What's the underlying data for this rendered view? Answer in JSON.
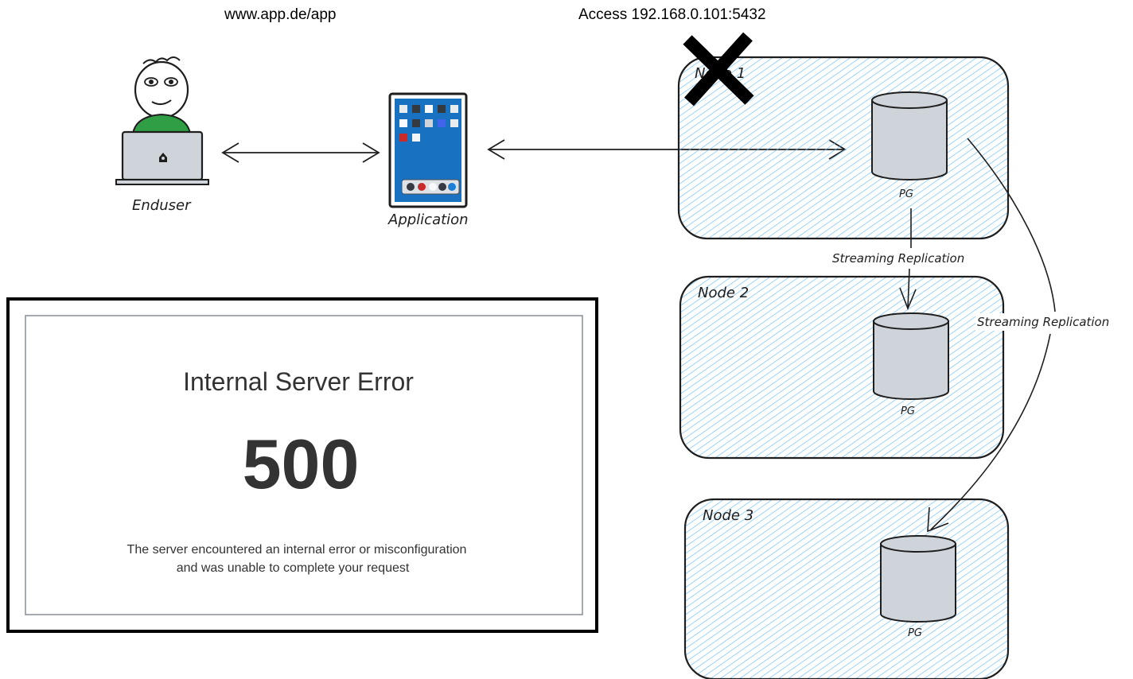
{
  "top_labels": {
    "url": "www.app.de/app",
    "db_access": "Access 192.168.0.101:5432"
  },
  "actors": {
    "enduser": "Enduser",
    "application": "Application"
  },
  "nodes": [
    {
      "label": "Node 1",
      "db_label": "PG",
      "status": "failed"
    },
    {
      "label": "Node 2",
      "db_label": "PG",
      "status": "replica"
    },
    {
      "label": "Node 3",
      "db_label": "PG",
      "status": "replica"
    }
  ],
  "replication": {
    "to_node2": "Streaming Replication",
    "to_node3": "Streaming Replication"
  },
  "error_page": {
    "title": "Internal Server Error",
    "code": "500",
    "message_line1": "The server encountered an internal error or misconfiguration",
    "message_line2": "and was unable to complete your request"
  },
  "colors": {
    "node_fill": "#a5d8ff",
    "stroke": "#1e1e1e",
    "db_fill": "#ced4da",
    "person_shirt": "#2f9e44",
    "app_screen": "#1971c2",
    "fail_mark": "#000000"
  },
  "icons": {
    "enduser": "person-at-laptop-icon",
    "application": "mobile-app-icon",
    "database": "database-cylinder-icon",
    "failure": "x-mark-icon"
  }
}
